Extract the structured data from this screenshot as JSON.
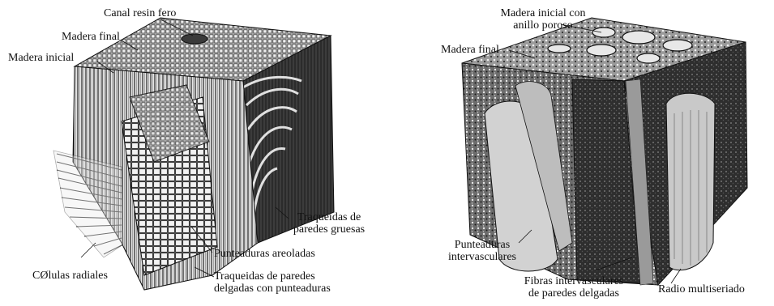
{
  "softwood": {
    "labels": {
      "canal_resinifero": "Canal resin fero",
      "madera_final": "Madera final",
      "madera_inicial": "Madera inicial",
      "celulas_radiales": "CØlulas radiales",
      "punteaduras_areoladas": "Punteaduras areoladas",
      "traqueidas_paredes_gruesas_1": "Traqueidas de",
      "traqueidas_paredes_gruesas_2": "paredes gruesas",
      "traqueidas_paredes_delgadas_1": "Traqueidas de paredes",
      "traqueidas_paredes_delgadas_2": "delgadas con punteaduras"
    }
  },
  "hardwood": {
    "labels": {
      "madera_inicial_poroso_1": "Madera inicial con",
      "madera_inicial_poroso_2": "anillo poroso",
      "madera_final": "Madera final",
      "punteaduras_intervasculares_1": "Punteaduras",
      "punteaduras_intervasculares_2": "intervasculares",
      "fibras_intervasculares_1": "Fibras intervasculares",
      "fibras_intervasculares_2": "de paredes delgadas",
      "radio_multiseriado": "Radio multiseriado"
    }
  },
  "colors": {
    "ink": "#111111",
    "dark_face": "#2a2a2a",
    "mid_face": "#7a7a7a",
    "light_face": "#d8d8d8"
  }
}
